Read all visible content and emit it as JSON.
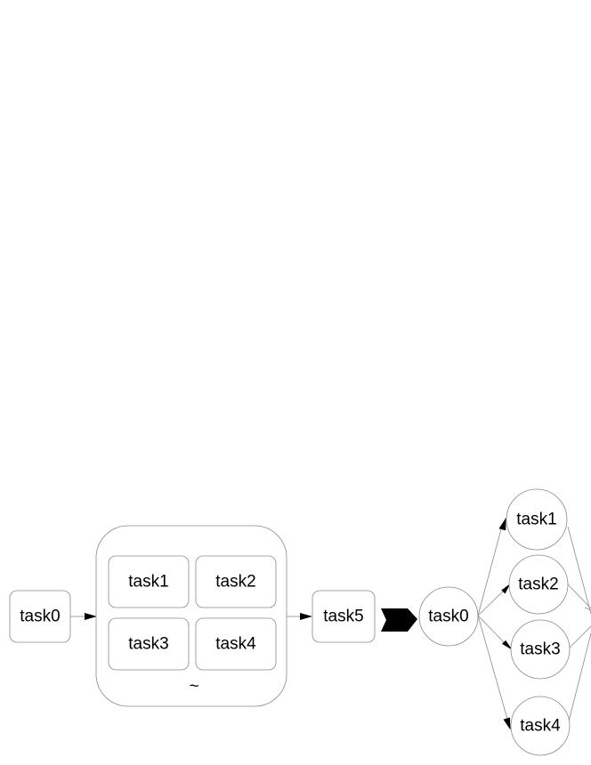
{
  "diagram": {
    "left": {
      "start": "task0",
      "group": {
        "tasks": [
          "task1",
          "task2",
          "task3",
          "task4"
        ],
        "marker": "~"
      },
      "end": "task5"
    },
    "right": {
      "start": "task0",
      "branches": [
        "task1",
        "task2",
        "task3",
        "task4"
      ]
    }
  }
}
